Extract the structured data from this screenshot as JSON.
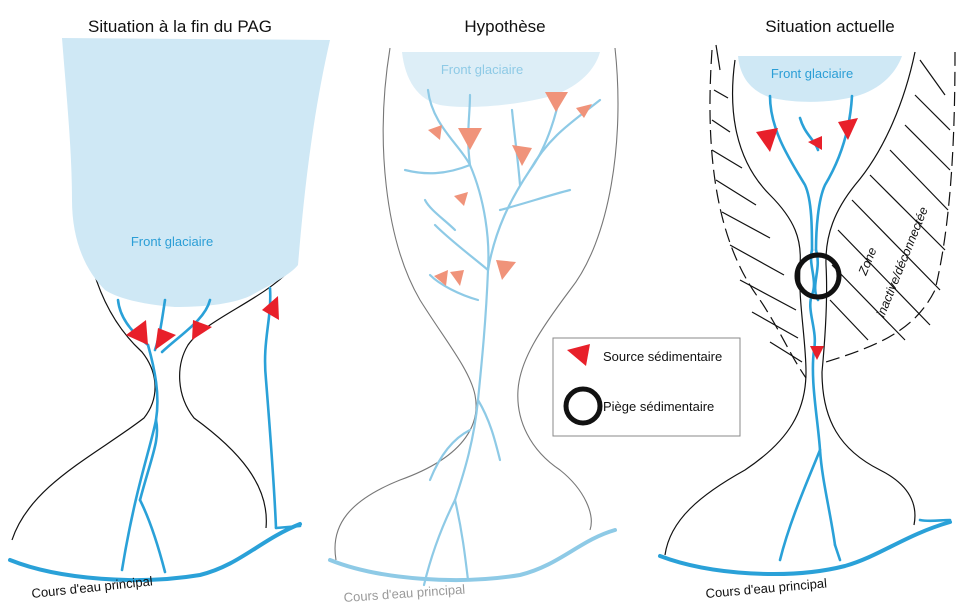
{
  "titles": {
    "left": "Situation à la fin du PAG",
    "middle": "Hypothèse",
    "right": "Situation actuelle"
  },
  "labels": {
    "front_left": "Front glaciaire",
    "front_middle": "Front glaciaire",
    "front_right": "Front glaciaire",
    "river_left": "Cours d'eau principal",
    "river_middle": "Cours d'eau principal",
    "river_right": "Cours d'eau principal",
    "zone_line1": "Zone",
    "zone_line2": "inactive/déconnectée"
  },
  "legend": {
    "source": "Source sédimentaire",
    "trap": "Piège sédimentaire"
  },
  "colors": {
    "glacier": "#cfe8f5",
    "glacier_text": "#2b9ed6",
    "stream": "#2aa1d8",
    "stream_faint": "#8ecae6",
    "source_red": "#e8202a",
    "source_salmon": "#f0937a",
    "outline": "#111111",
    "outline_faint": "#777777"
  }
}
